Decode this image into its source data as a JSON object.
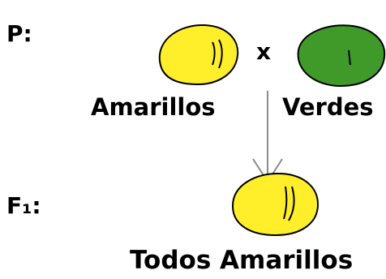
{
  "generations": {
    "parental": "P:",
    "filial_1": "F₁:"
  },
  "cross_symbol": "x",
  "parents": {
    "left_label": "Amarillos",
    "right_label": "Verdes"
  },
  "offspring": {
    "label": "Todos Amarillos"
  },
  "colors": {
    "yellow_pea": "#FFEE2A",
    "green_pea": "#3F9A2A",
    "outline": "#000000",
    "arrow": "#8A8A8A"
  }
}
